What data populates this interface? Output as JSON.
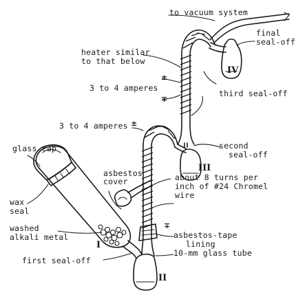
{
  "labels": {
    "to_vacuum": "to vacuum system",
    "final_seal_1": "final",
    "final_seal_2": "seal-off",
    "heater_1": "heater similar",
    "heater_2": "to that below",
    "amps_upper": "3 to 4 amperes",
    "third_seal": "third seal-off",
    "amps_lower": "3 to 4 amperes",
    "glass_cap": "glass cap",
    "second_seal_1": "second",
    "second_seal_2": "seal-off",
    "asbestos_cover_1": "asbestos",
    "asbestos_cover_2": "cover",
    "turns_1": "about 8 turns per",
    "turns_2": "inch of #24 Chromel",
    "turns_3": "wire",
    "wax_seal_1": "wax",
    "wax_seal_2": "seal",
    "washed_1": "washed",
    "washed_2": "alkali metal",
    "lining_1": "asbestos-tape",
    "lining_2": "lining",
    "first_seal": "first seal-off",
    "glass_tube": "10-mm glass tube"
  },
  "vessels": {
    "one": "I",
    "two": "II",
    "three": "III",
    "four": "IV"
  },
  "signs": {
    "plus_minus": "±",
    "minus_plus": "∓"
  }
}
